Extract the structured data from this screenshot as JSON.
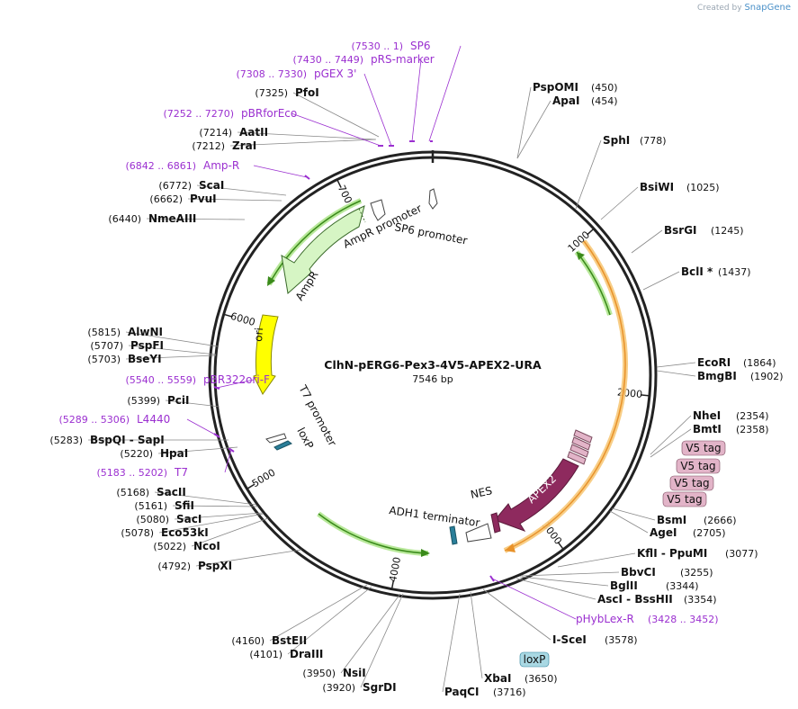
{
  "brand": {
    "prefix": "Created by",
    "name": "SnapGene"
  },
  "plasmid": {
    "name": "ClhN-pERG6-Pex3-4V5-APEX2-URA",
    "size_label": "7546 bp",
    "length": 7546
  },
  "ticks": [
    {
      "pos": 1000,
      "label": "1000"
    },
    {
      "pos": 2000,
      "label": "2000"
    },
    {
      "pos": 3000,
      "label": "3000"
    },
    {
      "pos": 4000,
      "label": "4000"
    },
    {
      "pos": 5000,
      "label": "5000"
    },
    {
      "pos": 6000,
      "label": "6000"
    },
    {
      "pos": 7000,
      "label": "7000"
    }
  ],
  "sites": [
    {
      "name": "PspOMI",
      "pos": "(450)"
    },
    {
      "name": "ApaI",
      "pos": "(454)"
    },
    {
      "name": "SphI",
      "pos": "(778)"
    },
    {
      "name": "BsiWI",
      "pos": "(1025)"
    },
    {
      "name": "BsrGI",
      "pos": "(1245)"
    },
    {
      "name": "BclI *",
      "pos": "(1437)"
    },
    {
      "name": "EcoRI",
      "pos": "(1864)"
    },
    {
      "name": "BmgBI",
      "pos": "(1902)"
    },
    {
      "name": "NheI",
      "pos": "(2354)"
    },
    {
      "name": "BmtI",
      "pos": "(2358)"
    },
    {
      "name": "BsmI",
      "pos": "(2666)"
    },
    {
      "name": "AgeI",
      "pos": "(2705)"
    },
    {
      "name": "KflI  -  PpuMI",
      "pos": "(3077)"
    },
    {
      "name": "BbvCI",
      "pos": "(3255)"
    },
    {
      "name": "BglII",
      "pos": "(3344)"
    },
    {
      "name": "AscI  -  BssHII",
      "pos": "(3354)"
    },
    {
      "name": "I-SceI",
      "pos": "(3578)"
    },
    {
      "name": "XbaI",
      "pos": "(3650)"
    },
    {
      "name": "PaqCI",
      "pos": "(3716)"
    },
    {
      "name": "SgrDI",
      "pos": "(3920)"
    },
    {
      "name": "NsiI",
      "pos": "(3950)"
    },
    {
      "name": "DraIII",
      "pos": "(4101)"
    },
    {
      "name": "BstEII",
      "pos": "(4160)"
    },
    {
      "name": "PspXI",
      "pos": "(4792)"
    },
    {
      "name": "NcoI",
      "pos": "(5022)"
    },
    {
      "name": "Eco53kI",
      "pos": "(5078)"
    },
    {
      "name": "SacI",
      "pos": "(5080)"
    },
    {
      "name": "SfiI",
      "pos": "(5161)"
    },
    {
      "name": "SacII",
      "pos": "(5168)"
    },
    {
      "name": "HpaI",
      "pos": "(5220)"
    },
    {
      "name": "BspQI  -  SapI",
      "pos": "(5283)"
    },
    {
      "name": "PciI",
      "pos": "(5399)"
    },
    {
      "name": "BseYI",
      "pos": "(5703)"
    },
    {
      "name": "PspFI",
      "pos": "(5707)"
    },
    {
      "name": "AlwNI",
      "pos": "(5815)"
    },
    {
      "name": "NmeAIII",
      "pos": "(6440)"
    },
    {
      "name": "PvuI",
      "pos": "(6662)"
    },
    {
      "name": "ScaI",
      "pos": "(6772)"
    },
    {
      "name": "ZraI",
      "pos": "(7212)"
    },
    {
      "name": "AatII",
      "pos": "(7214)"
    },
    {
      "name": "PfoI",
      "pos": "(7325)"
    }
  ],
  "primers": [
    {
      "range": "(7530 .. 1)",
      "name": "SP6"
    },
    {
      "range": "(7430 .. 7449)",
      "name": "pRS-marker"
    },
    {
      "range": "(7308 .. 7330)",
      "name": "pGEX 3'"
    },
    {
      "range": "(7252 .. 7270)",
      "name": "pBRforEco"
    },
    {
      "range": "(6842 .. 6861)",
      "name": "Amp-R"
    },
    {
      "range": "(5540 .. 5559)",
      "name": "pBR322ori-F"
    },
    {
      "range": "(5289 .. 5306)",
      "name": "L4440"
    },
    {
      "range": "(5183 .. 5202)",
      "name": "T7"
    },
    {
      "name": "pHybLex-R",
      "range": "(3428 .. 3452)"
    }
  ],
  "features": {
    "sp6_promoter": "SP6 promoter",
    "ampr_promoter": "AmpR promoter",
    "ampr": "AmpR",
    "ori": "ori",
    "t7_promoter": "T7 promoter",
    "loxp": "loxP",
    "apex2": "APEX2",
    "nes": "NES",
    "adh1_terminator": "ADH1 terminator",
    "v5_tags": [
      "V5 tag",
      "V5 tag",
      "V5 tag",
      "V5 tag"
    ],
    "loxp_box": "loxP"
  },
  "colors": {
    "backbone": "#222222",
    "primer": "#9b30d0",
    "ampr_fill": "#d6f5c4",
    "ori_fill": "#ffff00",
    "apex2_fill": "#8e2a5e",
    "v5_fill": "#e2b4c8",
    "loxp_fill": "#2a7f9a",
    "loxp_box_fill": "#a9d8e3",
    "orf_orange": "#f7c97a",
    "orf_green": "#b8e89a"
  }
}
